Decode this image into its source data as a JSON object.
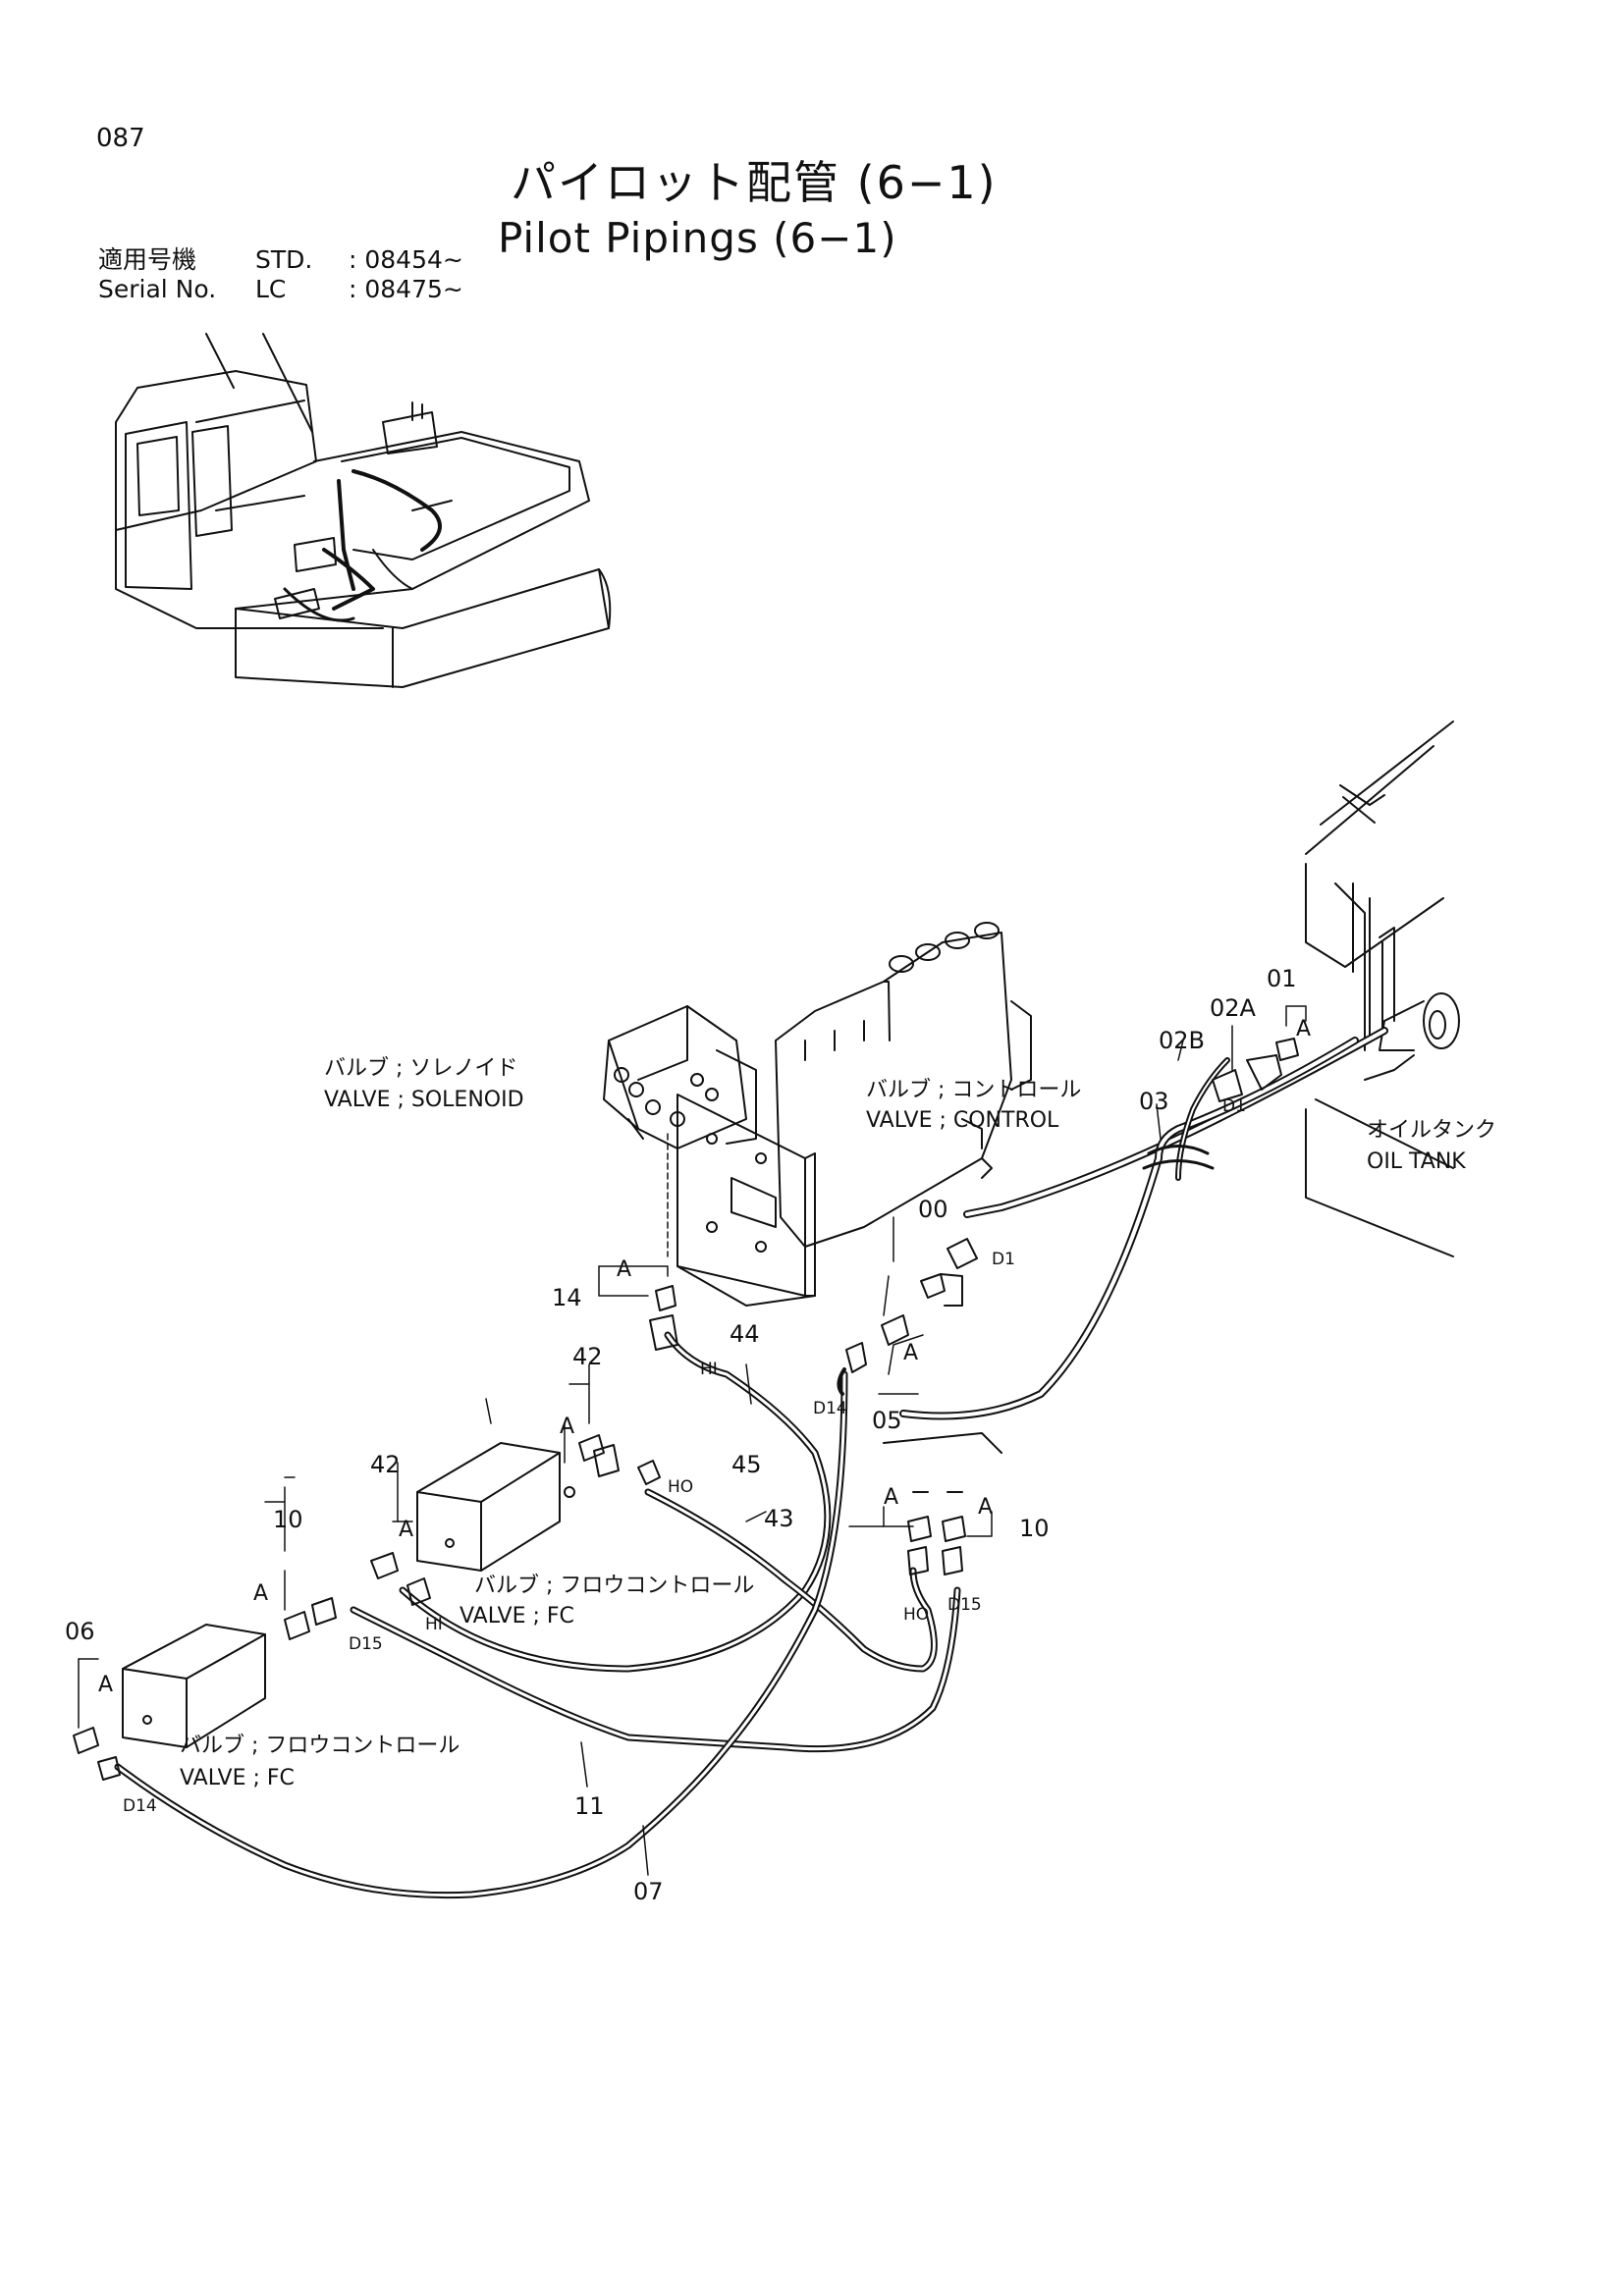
{
  "page_number": "087",
  "title_jp": "パイロット配管 (6−1)",
  "title_en": "Pilot Pipings (6−1)",
  "serial": {
    "label_jp": "適用号機",
    "label_en": "Serial No.",
    "std_label": "STD.",
    "std_value": ": 08454∼",
    "lc_label": "LC",
    "lc_value": ": 08475∼"
  },
  "components": {
    "solenoid_jp": "バルブ ; ソレノイド",
    "solenoid_en": "VALVE ; SOLENOID",
    "control_jp": "バルブ ; コントロール",
    "control_en": "VALVE ; CONTROL",
    "tank_jp": "オイルタンク",
    "tank_en": "OIL TANK",
    "fc1_jp": "バルブ ; フロウコントロール",
    "fc1_en": "VALVE ; FC",
    "fc2_jp": "バルブ ; フロウコントロール",
    "fc2_en": "VALVE ; FC"
  },
  "parts": [
    "00",
    "01",
    "02A",
    "02B",
    "03",
    "05",
    "06",
    "07",
    "10",
    "10",
    "11",
    "14",
    "42",
    "42",
    "43",
    "44",
    "45"
  ],
  "callouts": {
    "p00": "00",
    "p01": "01",
    "p02a": "02A",
    "p02b": "02B",
    "p03": "03",
    "p05": "05",
    "p06": "06",
    "p07": "07",
    "p10a": "10",
    "p10b": "10",
    "p11": "11",
    "p14": "14",
    "p42a": "42",
    "p42b": "42",
    "p43": "43",
    "p44": "44",
    "p45": "45"
  },
  "detail_mark": "A",
  "ports": {
    "d1a": "D1",
    "d1b": "D1",
    "hi1": "HI",
    "hi2": "HI",
    "ho1": "HO",
    "ho2": "HO",
    "d14a": "D14",
    "d14b": "D14",
    "d15a": "D15",
    "d15b": "D15"
  }
}
